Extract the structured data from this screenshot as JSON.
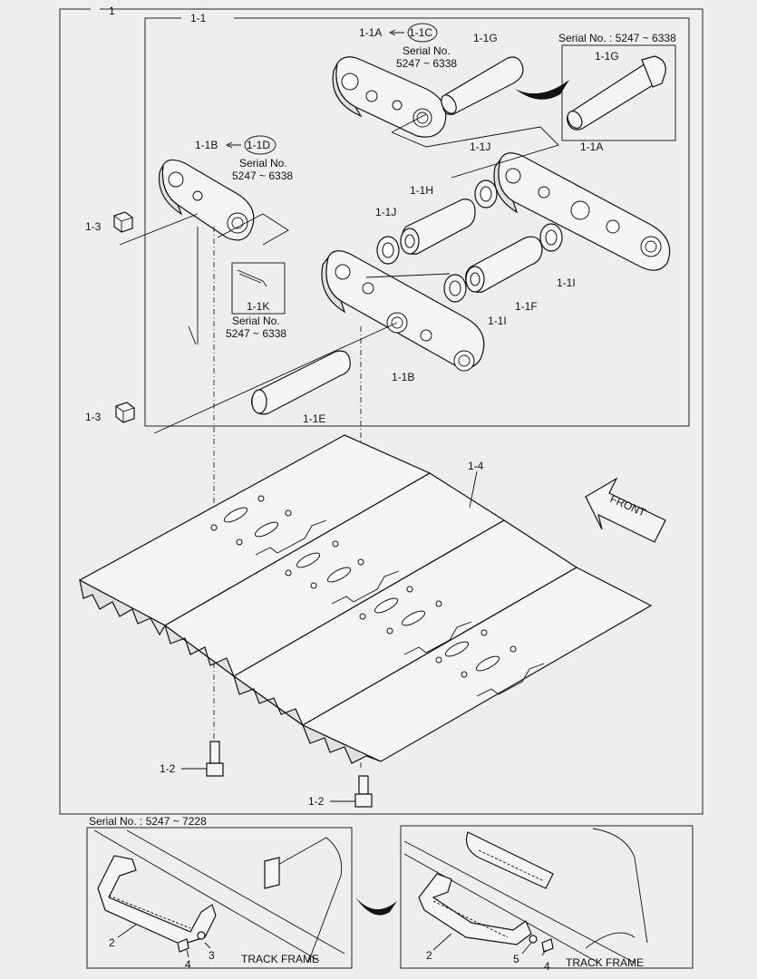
{
  "labels": {
    "main": "1",
    "sub": "1-1",
    "link_a_top": "1-1A",
    "link_c": "1-1C",
    "serial_lbl": "Serial No.",
    "serial_range": "5247 ~ 6338",
    "pin_g": "1-1G",
    "serial_box_g": "Serial No. : 5247 ~ 6338",
    "pin_g_box": "1-1G",
    "link_b_top": "1-1B",
    "link_d": "1-1D",
    "bush_j_top": "1-1J",
    "link_a_right": "1-1A",
    "bush_h": "1-1H",
    "bush_j_left": "1-1J",
    "nut_3_top": "1-3",
    "key_k": "1-1K",
    "bush_i_right": "1-1I",
    "bush_f": "1-1F",
    "bush_i_mid": "1-1I",
    "link_b_bottom": "1-1B",
    "pin_e": "1-1E",
    "nut_3_bottom": "1-3",
    "shoe_4": "1-4",
    "front": "FRONT",
    "bolt_2_left": "1-2",
    "bolt_2_right": "1-2",
    "serial_bottom": "Serial No. : 5247 ~ 7228",
    "step_2_left": "2",
    "washer_3": "3",
    "bolt_4_left": "4",
    "track_frame_left": "TRACK FRAME",
    "step_2_right": "2",
    "washer_5": "5",
    "bolt_4_right": "4",
    "track_frame_right": "TRACK FRAME"
  },
  "colors": {
    "background": "#eceeef",
    "line": "#111111",
    "fill": "#f4f5f5"
  }
}
